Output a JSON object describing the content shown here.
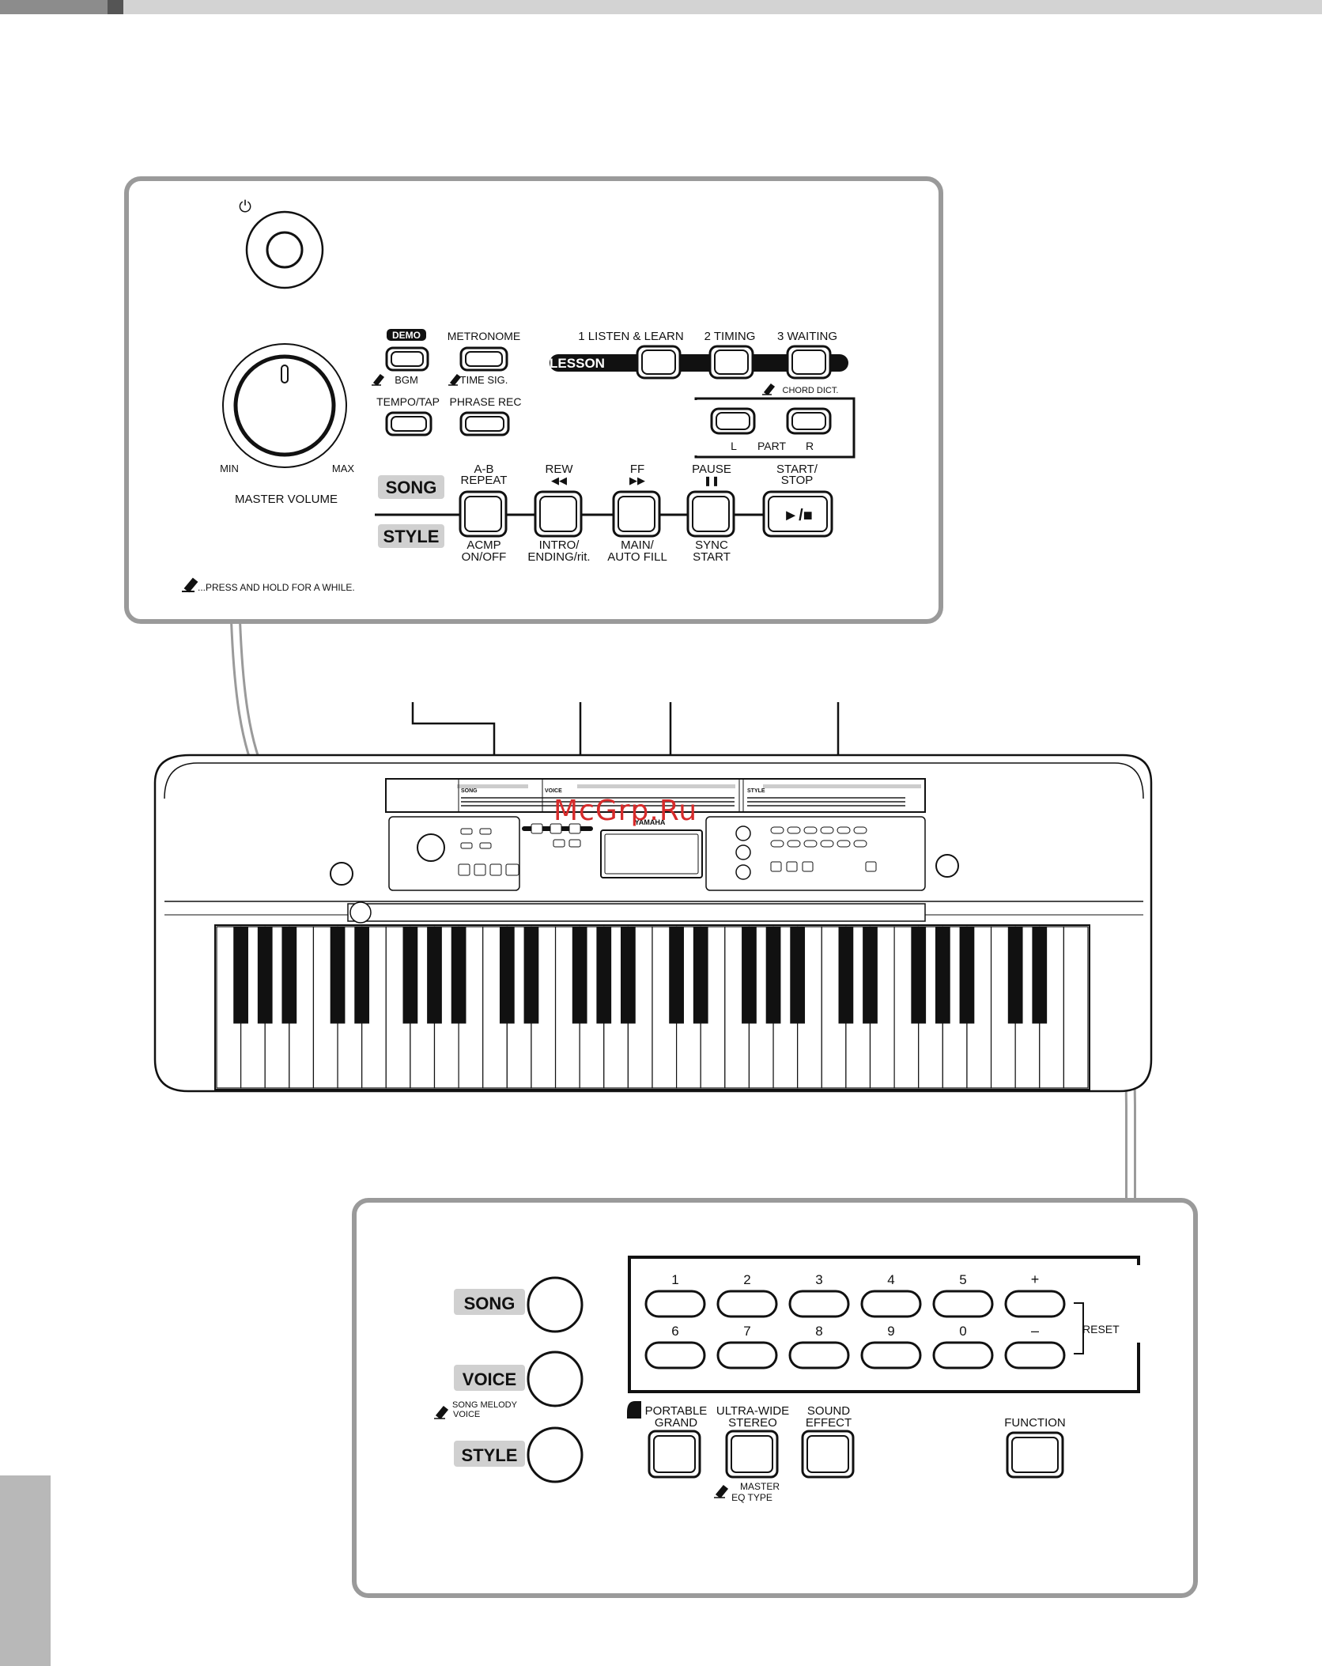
{
  "watermark": "McGrp.Ru",
  "upper_panel": {
    "power_symbol": "⏻",
    "demo_badge": "DEMO",
    "bgm_label": "BGM",
    "metronome_label": "METRONOME",
    "time_sig_label": "TIME SIG.",
    "tempo_tap_label": "TEMPO/TAP",
    "phrase_rec_label": "PHRASE REC",
    "lesson_badge": "LESSON",
    "listen_learn_label": "1 LISTEN & LEARN",
    "timing_label": "2 TIMING",
    "waiting_label": "3 WAITING",
    "chord_dict_label": "CHORD DICT.",
    "part_l_label": "L",
    "part_label": "PART",
    "part_r_label": "R",
    "volume_min_label": "MIN",
    "volume_max_label": "MAX",
    "master_volume_label": "MASTER VOLUME",
    "song_badge": "SONG",
    "style_badge": "STYLE",
    "ab_repeat_label_1": "A-B",
    "ab_repeat_label_2": "REPEAT",
    "rew_label": "REW",
    "rew_symbol": "◀◀",
    "ff_label": "FF",
    "ff_symbol": "▶▶",
    "pause_label": "PAUSE",
    "pause_symbol": "❚❚",
    "start_stop_label_1": "START/",
    "start_stop_label_2": "STOP",
    "play_stop_symbol": "►/■",
    "acmp_label_1": "ACMP",
    "acmp_label_2": "ON/OFF",
    "intro_label_1": "INTRO/",
    "intro_label_2": "ENDING/rit.",
    "main_label_1": "MAIN/",
    "main_label_2": "AUTO FILL",
    "sync_label_1": "SYNC",
    "sync_label_2": "START",
    "press_hold_note": "...PRESS AND HOLD FOR A WHILE."
  },
  "keyboard_overview": {
    "song_list_title": "SONG",
    "voice_list_title": "VOICE",
    "style_list_title": "STYLE",
    "brand": "YAMAHA"
  },
  "lower_panel": {
    "song_badge": "SONG",
    "voice_badge": "VOICE",
    "song_melody_voice_1": "SONG MELODY",
    "song_melody_voice_2": "VOICE",
    "style_badge": "STYLE",
    "num_row_1": [
      "1",
      "2",
      "3",
      "4",
      "5",
      "+"
    ],
    "num_row_2": [
      "6",
      "7",
      "8",
      "9",
      "0",
      "–"
    ],
    "reset_label": "RESET",
    "portable_grand_1": "PORTABLE",
    "portable_grand_2": "GRAND",
    "ultra_wide_1": "ULTRA-WIDE",
    "ultra_wide_2": "STEREO",
    "master_eq_1": "MASTER",
    "master_eq_2": "EQ TYPE",
    "sound_effect_1": "SOUND",
    "sound_effect_2": "EFFECT",
    "function_label": "FUNCTION"
  }
}
